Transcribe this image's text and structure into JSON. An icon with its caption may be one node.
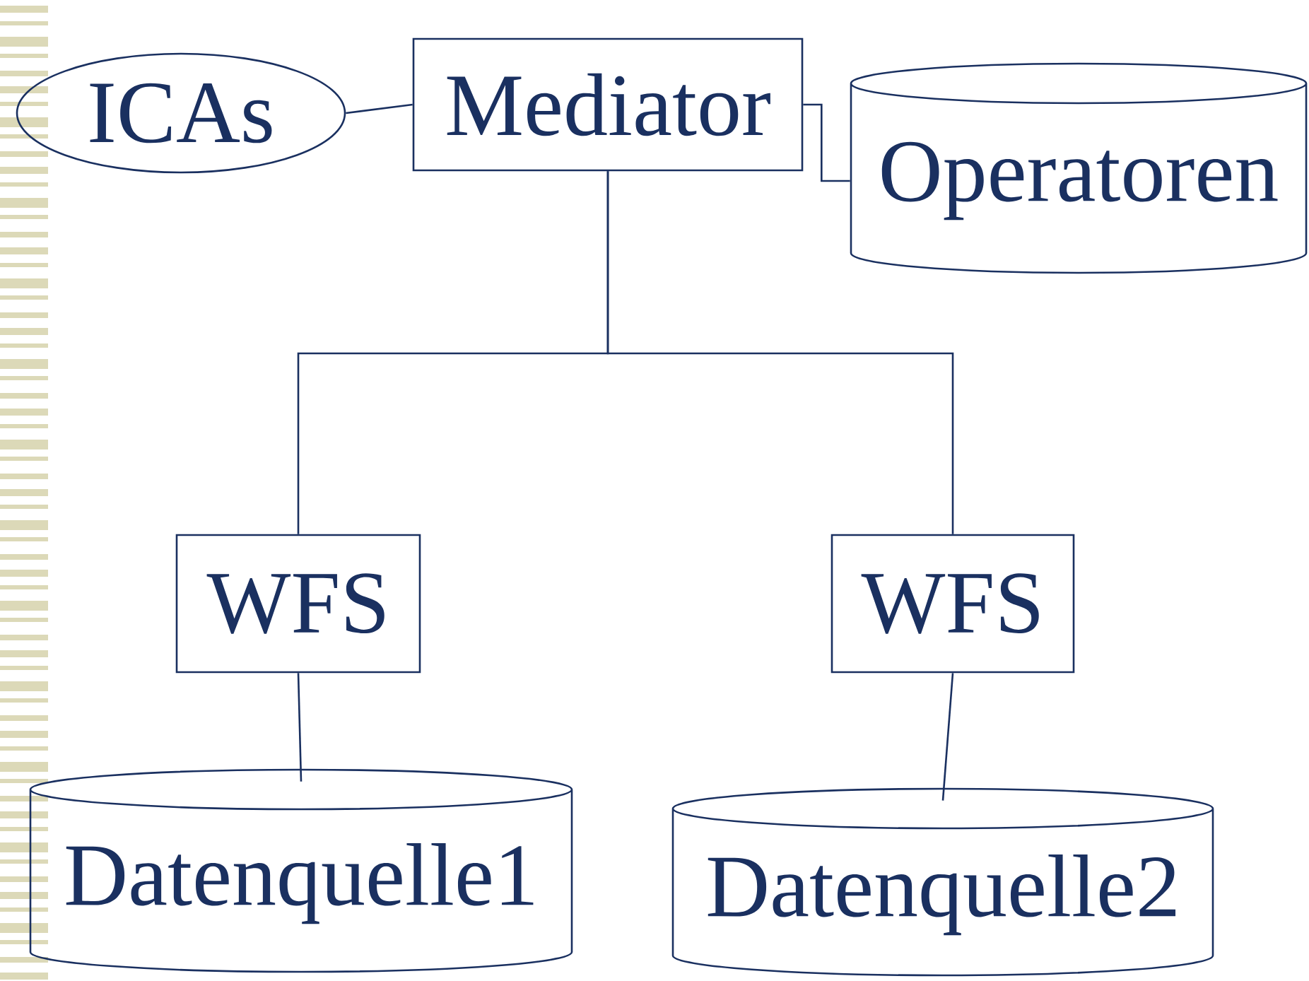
{
  "diagram": {
    "nodes": [
      {
        "text": [
          "ICAs"
        ]
      },
      {
        "text": [
          "Mediator"
        ]
      },
      {
        "text": [
          "Operatoren"
        ]
      },
      {
        "text": [
          "WFS"
        ]
      },
      {
        "text": [
          "WFS"
        ]
      },
      {
        "text": [
          "Datenquelle1"
        ]
      },
      {
        "text": [
          "Datenquelle2"
        ]
      }
    ],
    "edges": [
      {
        "from": 0,
        "to": 1,
        "arrow": "none"
      },
      {
        "from": 1,
        "to": 2,
        "arrow": "none"
      },
      {
        "from": 1,
        "to": 3,
        "arrow": "none"
      },
      {
        "from": 1,
        "to": 4,
        "arrow": "none"
      },
      {
        "from": 3,
        "to": 5,
        "arrow": "none"
      },
      {
        "from": 4,
        "to": 6,
        "arrow": "none"
      }
    ]
  }
}
